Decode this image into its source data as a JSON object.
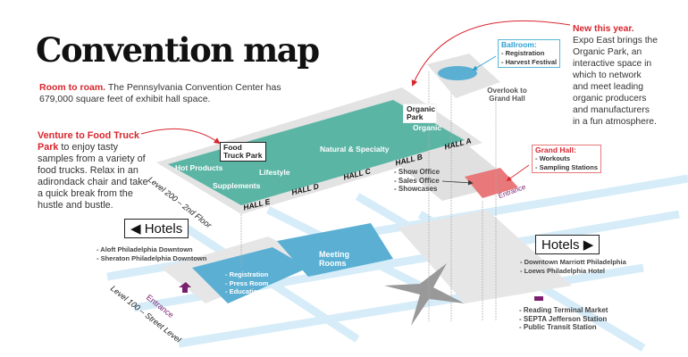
{
  "title": "Convention map",
  "intro": {
    "lead": "Room to roam.",
    "text": " The Pennsylvania Convention Center has 679,000 square feet of exhibit hall space."
  },
  "food_truck_note": {
    "lead": "Venture to Food Truck Park",
    "text": " to enjoy tasty samples from a variety of food trucks. Relax in an adirondack chair and take a quick break from the hustle and bustle."
  },
  "new_note": {
    "lead": "New this year.",
    "text": " Expo East brings the Organic Park, an interactive space in which to network and meet leading organic producers and manufacturers in a fun atmosphere."
  },
  "upper_level": {
    "label": "Level 200 – 2nd Floor",
    "areas": [
      "Hot Products",
      "Supplements",
      "Lifestyle",
      "Natural & Specialty",
      "Organic"
    ],
    "callouts": {
      "food_truck_park": "Food Truck Park",
      "organic_park": "Organic Park"
    },
    "halls": [
      "HALL E",
      "HALL D",
      "HALL C",
      "HALL B",
      "HALL A"
    ],
    "offices": "- Show Office\n- Sales Office\n- Showcases"
  },
  "ballroom": {
    "title": "Ballroom:",
    "items": "- Registration\n- Harvest Festival",
    "overlook": "Overlook to Grand Hall"
  },
  "grand_hall": {
    "title": "Grand Hall:",
    "items": "- Workouts\n- Sampling Stations",
    "entrance": "Entrance"
  },
  "street_level": {
    "label": "Level 100 – Street Level",
    "registration_block": "- Registration\n- Press Room\n- Education",
    "meeting_rooms": "Meeting Rooms",
    "entrance": "Entrance"
  },
  "hotels_left": {
    "label": "Hotels",
    "arrow": "◀",
    "items": "- Aloft Philadelphia Downtown\n- Sheraton Philadelphia Downtown"
  },
  "hotels_right": {
    "label": "Hotels",
    "arrow": "▶",
    "items": "- Downtown Marriott Philadelphia\n- Loews Philadelphia Hotel"
  },
  "transit": {
    "items": "- Reading Terminal Market\n- SEPTA Jefferson Station\n- Public Transit Station"
  },
  "colors": {
    "accent_red": "#d7262e",
    "teal": "#5bb5a5",
    "blue": "#5aafd3",
    "grand_hall": "#e8787a",
    "street": "#d6ecf8",
    "purple": "#7a1f6e"
  }
}
